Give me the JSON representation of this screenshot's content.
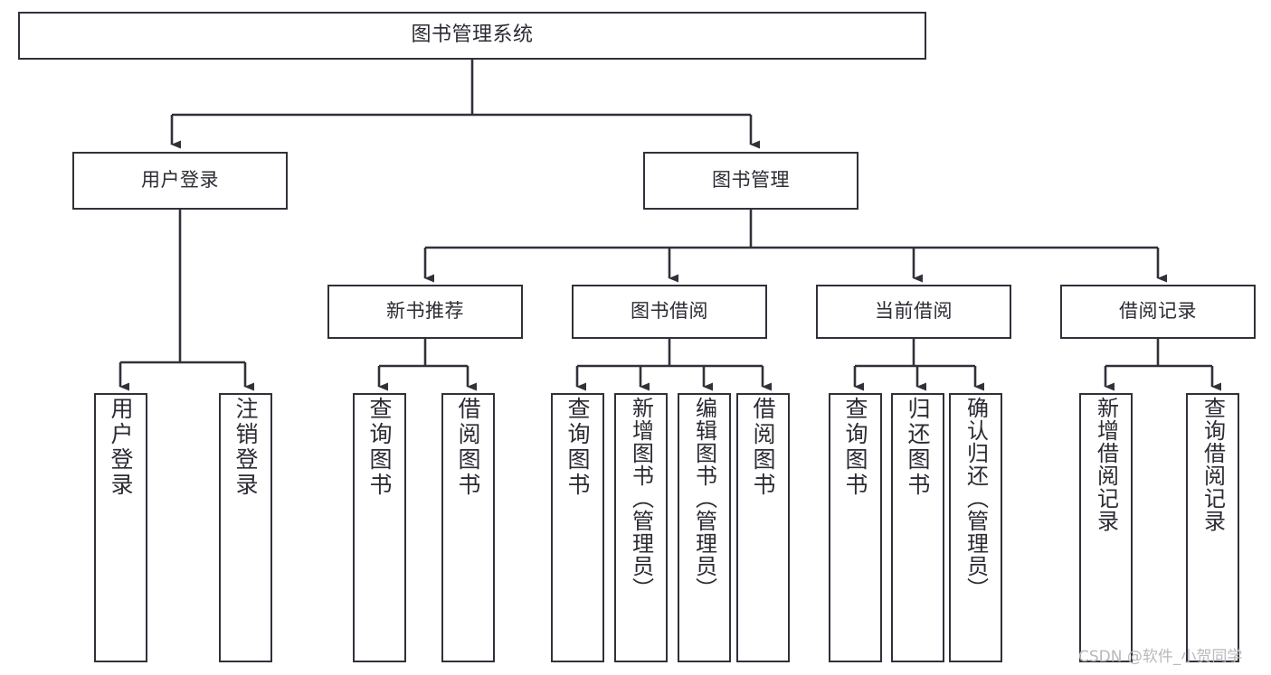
{
  "diagram": {
    "type": "tree-hierarchy",
    "title": "图书管理系统",
    "orientation": "top-down",
    "colors": {
      "box_border": "#31313a",
      "box_fill": "#ffffff",
      "connector": "#31313a",
      "text": "#2b2b33",
      "watermark": "#b9b9bd",
      "background": "#ffffff"
    },
    "root": {
      "label": "图书管理系统"
    },
    "level2": [
      {
        "label": "用户登录"
      },
      {
        "label": "图书管理"
      }
    ],
    "level3": [
      {
        "label": "新书推荐"
      },
      {
        "label": "图书借阅"
      },
      {
        "label": "当前借阅"
      },
      {
        "label": "借阅记录"
      }
    ],
    "leaves": {
      "user_login": [
        {
          "label": "用户登录"
        },
        {
          "label": "注销登录"
        }
      ],
      "new_book_recommend": [
        {
          "label": "查询图书"
        },
        {
          "label": "借阅图书"
        }
      ],
      "book_borrow": [
        {
          "label": "查询图书"
        },
        {
          "label": "新增图书（管理员）"
        },
        {
          "label": "编辑图书（管理员）"
        },
        {
          "label": "借阅图书"
        }
      ],
      "current_borrow": [
        {
          "label": "查询图书"
        },
        {
          "label": "归还图书"
        },
        {
          "label": "确认归还（管理员）"
        }
      ],
      "borrow_record": [
        {
          "label": "新增借阅记录"
        },
        {
          "label": "查询借阅记录"
        }
      ]
    }
  },
  "watermark": {
    "text": "CSDN @软件_小贺同学"
  }
}
